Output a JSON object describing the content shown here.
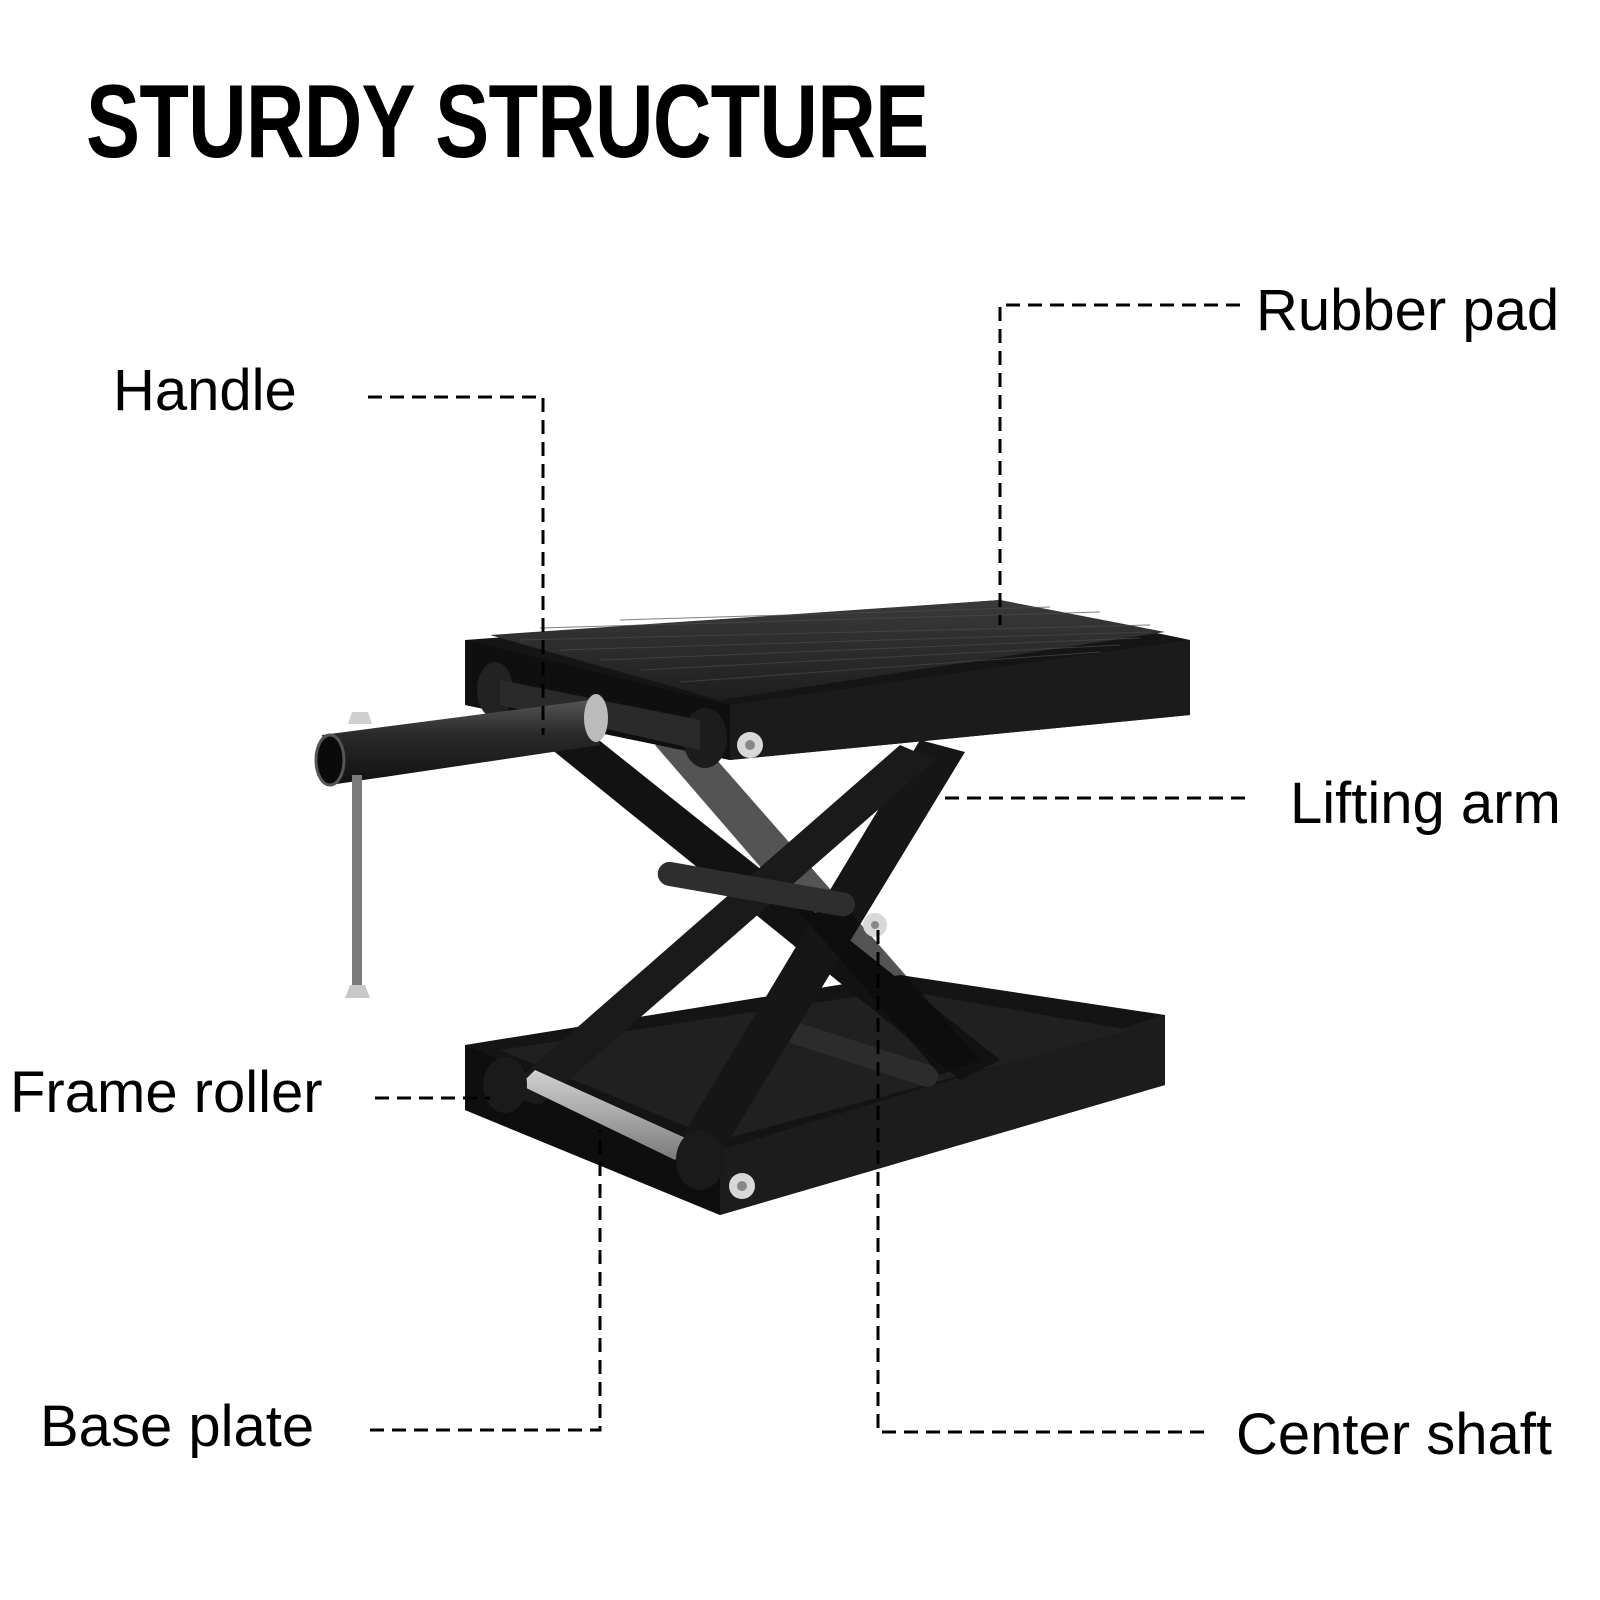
{
  "title": "STURDY STRUCTURE",
  "labels": {
    "rubber_pad": "Rubber pad",
    "handle": "Handle",
    "lifting_arm": "Lifting arm",
    "frame_roller": "Frame roller",
    "base_plate": "Base plate",
    "center_shaft": "Center shaft"
  },
  "colors": {
    "text": "#000000",
    "background": "#ffffff",
    "metal_dark": "#161616",
    "metal_mid": "#2a2a2a",
    "roller_light": "#b5b5b5",
    "bolt": "#d8d8d8"
  },
  "product": "scissor-lift-jack"
}
